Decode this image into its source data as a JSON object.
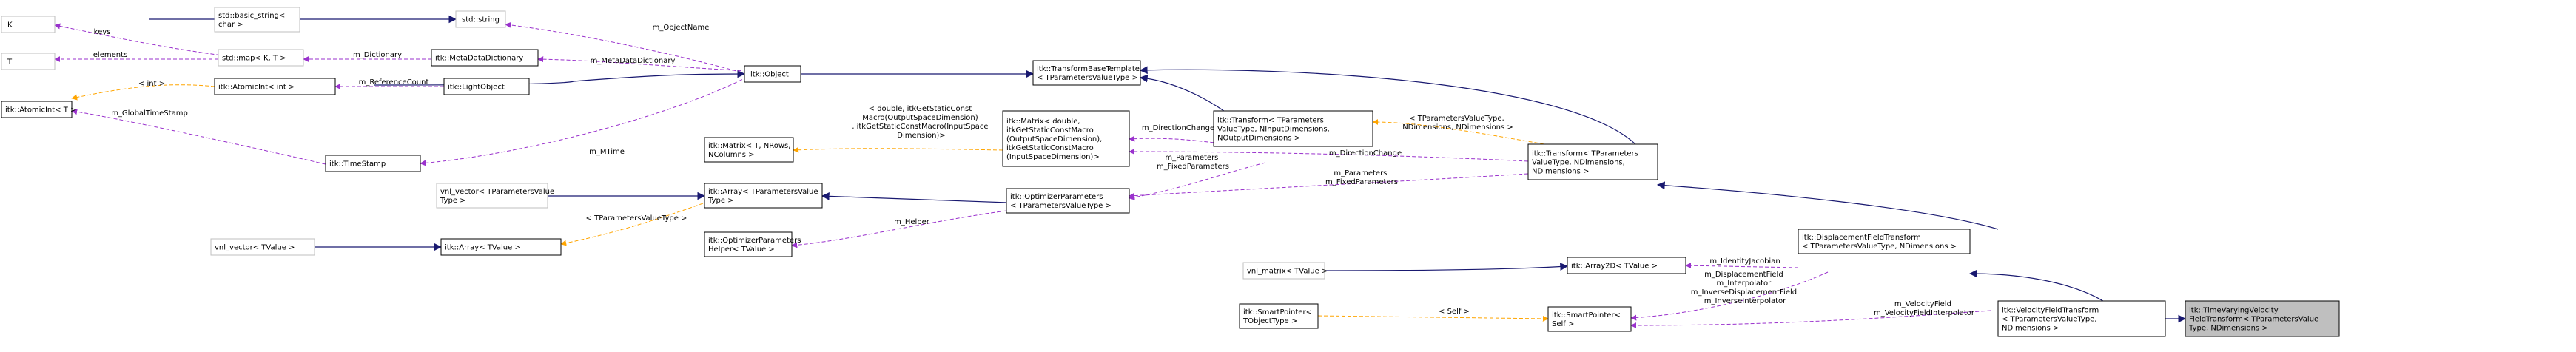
{
  "colors": {
    "inheritance": "#191970",
    "usage": "#9a32cd",
    "template": "#ffa500",
    "node_border": "#000000",
    "external_border": "#bfbfbf",
    "focus_fill": "#bfbfbf"
  },
  "nodes": {
    "k": [
      "K"
    ],
    "t": [
      "T"
    ],
    "atomicint_t": [
      "itk::AtomicInt< T >"
    ],
    "basic_string": [
      "std::basic_string<",
      "char >"
    ],
    "std_string": [
      "std::string"
    ],
    "std_map": [
      "std::map< K, T >"
    ],
    "meta_dict": [
      "itk::MetaDataDictionary"
    ],
    "atomicint_int": [
      "itk::AtomicInt< int >"
    ],
    "light_object": [
      "itk::LightObject"
    ],
    "time_stamp": [
      "itk::TimeStamp"
    ],
    "object": [
      "itk::Object"
    ],
    "transform_base": [
      "itk::TransformBaseTemplate",
      "< TParametersValueType >"
    ],
    "matrix_t": [
      "itk::Matrix< T, NRows,",
      "NColumns >"
    ],
    "matrix_double": [
      "itk::Matrix< double,",
      "itkGetStaticConstMacro",
      "(OutputSpaceDimension),",
      "itkGetStaticConstMacro",
      "(InputSpaceDimension)>"
    ],
    "transform_full": [
      "itk::Transform< TParameters",
      "ValueType, NInputDimensions,",
      "NOutputDimensions >"
    ],
    "vnl_vector_tparams": [
      "vnl_vector< TParametersValue",
      "Type >"
    ],
    "array_tparams": [
      "itk::Array< TParametersValue",
      "Type >"
    ],
    "vnl_vector_tvalue": [
      "vnl_vector< TValue >"
    ],
    "array_tvalue": [
      "itk::Array< TValue >"
    ],
    "opt_params_helper": [
      "itk::OptimizerParameters",
      "Helper< TValue >"
    ],
    "opt_params": [
      "itk::OptimizerParameters",
      "< TParametersValueType >"
    ],
    "transform_nd": [
      "itk::Transform< TParameters",
      "ValueType, NDimensions,",
      "NDimensions >"
    ],
    "vnl_matrix": [
      "vnl_matrix< TValue >"
    ],
    "array2d": [
      "itk::Array2D< TValue >"
    ],
    "disp_field": [
      "itk::DisplacementFieldTransform",
      "< TParametersValueType, NDimensions >"
    ],
    "smartptr_t": [
      "itk::SmartPointer<",
      "TObjectType >"
    ],
    "smartptr_self": [
      "itk::SmartPointer<",
      "Self >"
    ],
    "vel_field": [
      "itk::VelocityFieldTransform",
      "< TParametersValueType,",
      "NDimensions >"
    ],
    "tv_vel_field": [
      "itk::TimeVaryingVelocity",
      "FieldTransform< TParametersValue",
      "Type, NDimensions >"
    ]
  },
  "edge_labels": {
    "keys": "keys",
    "elements": "elements",
    "object_name": "m_ObjectName",
    "dictionary": "m_Dictionary",
    "meta_data_dictionary": "m_MetaDataDictionary",
    "int_tpl": "< int >",
    "reference_count": "m_ReferenceCount",
    "global_time_stamp": "m_GlobalTimeStamp",
    "mtime": "m_MTime",
    "matrix_tpl": [
      "< double, itkGetStaticConst",
      "Macro(OutputSpaceDimension)",
      ", itkGetStaticConstMacro(InputSpace",
      "Dimension)>"
    ],
    "direction_change_1": "m_DirectionChange",
    "direction_change_2": "m_DirectionChange",
    "params_1": [
      "m_Parameters",
      "m_FixedParameters"
    ],
    "params_2": [
      "m_Parameters",
      "m_FixedParameters"
    ],
    "transform_tpl": [
      "< TParametersValueType,",
      "NDimensions, NDimensions >"
    ],
    "tparams_tpl": "< TParametersValueType >",
    "helper": "m_Helper",
    "identity_jacobian": "m_IdentityJacobian",
    "disp_fields": [
      "m_DisplacementField",
      "m_Interpolator",
      "m_InverseDisplacementField",
      "m_InverseInterpolator"
    ],
    "self_tpl": "< Self >",
    "velocity_fields": [
      "m_VelocityField",
      "m_VelocityFieldInterpolator"
    ]
  }
}
